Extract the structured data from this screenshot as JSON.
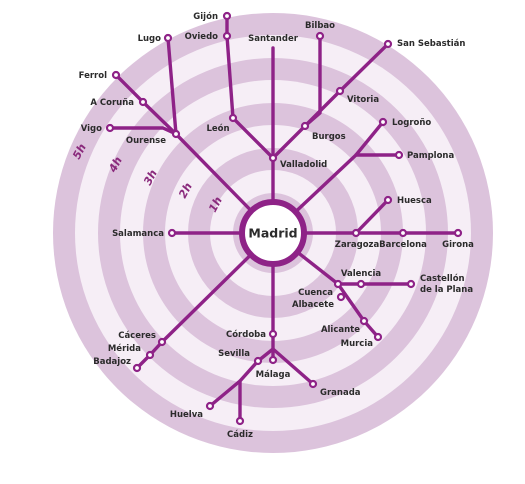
{
  "colors": {
    "route": "#8e2287",
    "ring_dark": "#dcc3dc",
    "ring_light": "#f6eef6",
    "text": "#2b2b2b",
    "ring_text": "#8a2a7c"
  },
  "hub": {
    "label": "Madrid"
  },
  "rings": [
    "1h",
    "2h",
    "3h",
    "4h",
    "5h"
  ],
  "cities": {
    "gijon": "Gijón",
    "oviedo": "Oviedo",
    "santander": "Santander",
    "bilbao": "Bilbao",
    "san_sebastian": "San Sebastián",
    "lugo": "Lugo",
    "ferrol": "Ferrol",
    "a_coruna": "A Coruña",
    "vigo": "Vigo",
    "ourense": "Ourense",
    "leon": "León",
    "vitoria": "Vitoria",
    "burgos": "Burgos",
    "valladolid": "Valladolid",
    "logrono": "Logroño",
    "pamplona": "Pamplona",
    "huesca": "Huesca",
    "salamanca": "Salamanca",
    "zaragoza": "Zaragoza",
    "barcelona": "Barcelona",
    "girona": "Girona",
    "valencia": "Valencia",
    "castellon_1": "Castellón",
    "castellon_2": "de la Plana",
    "cuenca": "Cuenca",
    "albacete": "Albacete",
    "alicante": "Alicante",
    "murcia": "Murcia",
    "caceres": "Cáceres",
    "merida": "Mérida",
    "badajoz": "Badajoz",
    "cordoba": "Córdoba",
    "sevilla": "Sevilla",
    "malaga": "Málaga",
    "granada": "Granada",
    "huelva": "Huelva",
    "cadiz": "Cádiz"
  }
}
